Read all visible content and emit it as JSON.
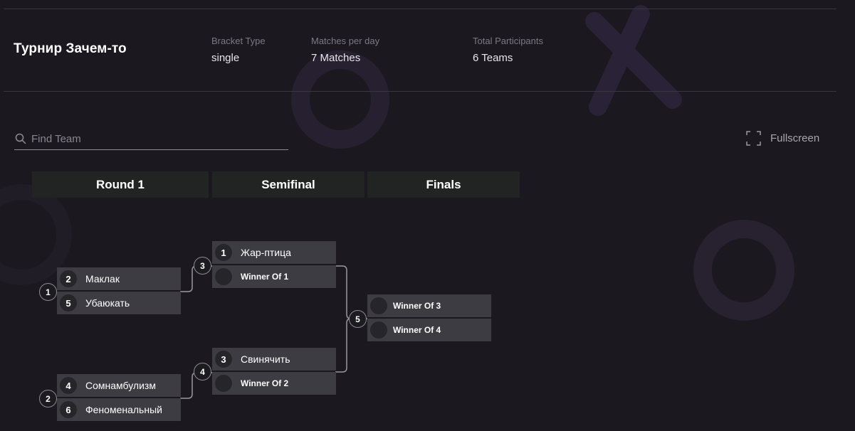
{
  "header": {
    "title": "Турнир Зачем-то",
    "stats": [
      {
        "label": "Bracket Type",
        "value": "single"
      },
      {
        "label": "Matches per day",
        "value": "7 Matches"
      },
      {
        "label": "Total Participants",
        "value": "6 Teams"
      }
    ]
  },
  "search": {
    "placeholder": "Find Team",
    "value": "",
    "icon": "search-icon"
  },
  "fullscreen": {
    "label": "Fullscreen",
    "icon": "fullscreen-icon"
  },
  "rounds": [
    {
      "label": "Round 1"
    },
    {
      "label": "Semifinal"
    },
    {
      "label": "Finals"
    }
  ],
  "matches": [
    {
      "number": "1",
      "slots": [
        {
          "seed": "2",
          "name": "Маклак"
        },
        {
          "seed": "5",
          "name": "Убаюкать"
        }
      ]
    },
    {
      "number": "2",
      "slots": [
        {
          "seed": "4",
          "name": "Сомнамбулизм"
        },
        {
          "seed": "6",
          "name": "Феноменальный"
        }
      ]
    },
    {
      "number": "3",
      "slots": [
        {
          "seed": "1",
          "name": "Жар-птица"
        },
        {
          "seed": "",
          "name": "Winner Of 1"
        }
      ]
    },
    {
      "number": "4",
      "slots": [
        {
          "seed": "3",
          "name": "Свинячить"
        },
        {
          "seed": "",
          "name": "Winner Of 2"
        }
      ]
    },
    {
      "number": "5",
      "slots": [
        {
          "seed": "",
          "name": "Winner Of 3"
        },
        {
          "seed": "",
          "name": "Winner Of 4"
        }
      ]
    }
  ],
  "colors": {
    "background": "#1c1820",
    "slot": "#3c3c42",
    "round_header": "#222323",
    "connector": "#9a979f"
  }
}
